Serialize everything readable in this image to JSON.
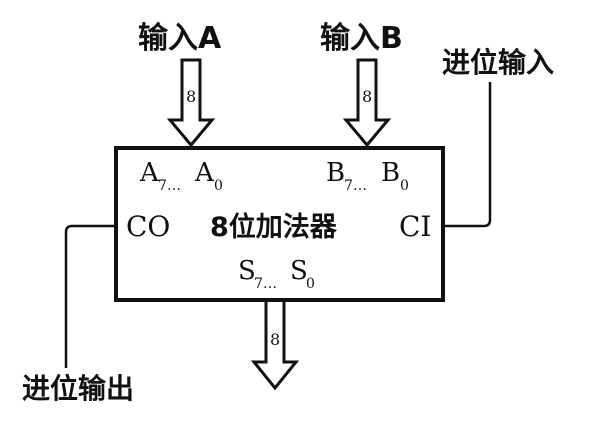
{
  "inputs": {
    "a": {
      "label": "输入A",
      "bus_width": "8"
    },
    "b": {
      "label": "输入B",
      "bus_width": "8"
    }
  },
  "carry_in": {
    "label": "进位输入",
    "port": "CI"
  },
  "carry_out": {
    "label": "进位输出",
    "port": "CO"
  },
  "block": {
    "title": "8位加法器",
    "port_a": {
      "main": "A",
      "sub_hi": "7",
      "sep": "…",
      "main2": "A",
      "sub_lo": "0"
    },
    "port_b": {
      "main": "B",
      "sub_hi": "7",
      "sep": "…",
      "main2": "B",
      "sub_lo": "0"
    },
    "port_s": {
      "main": "S",
      "sub_hi": "7",
      "sep": "…",
      "main2": "S",
      "sub_lo": "0"
    }
  },
  "output": {
    "bus_width": "8"
  }
}
